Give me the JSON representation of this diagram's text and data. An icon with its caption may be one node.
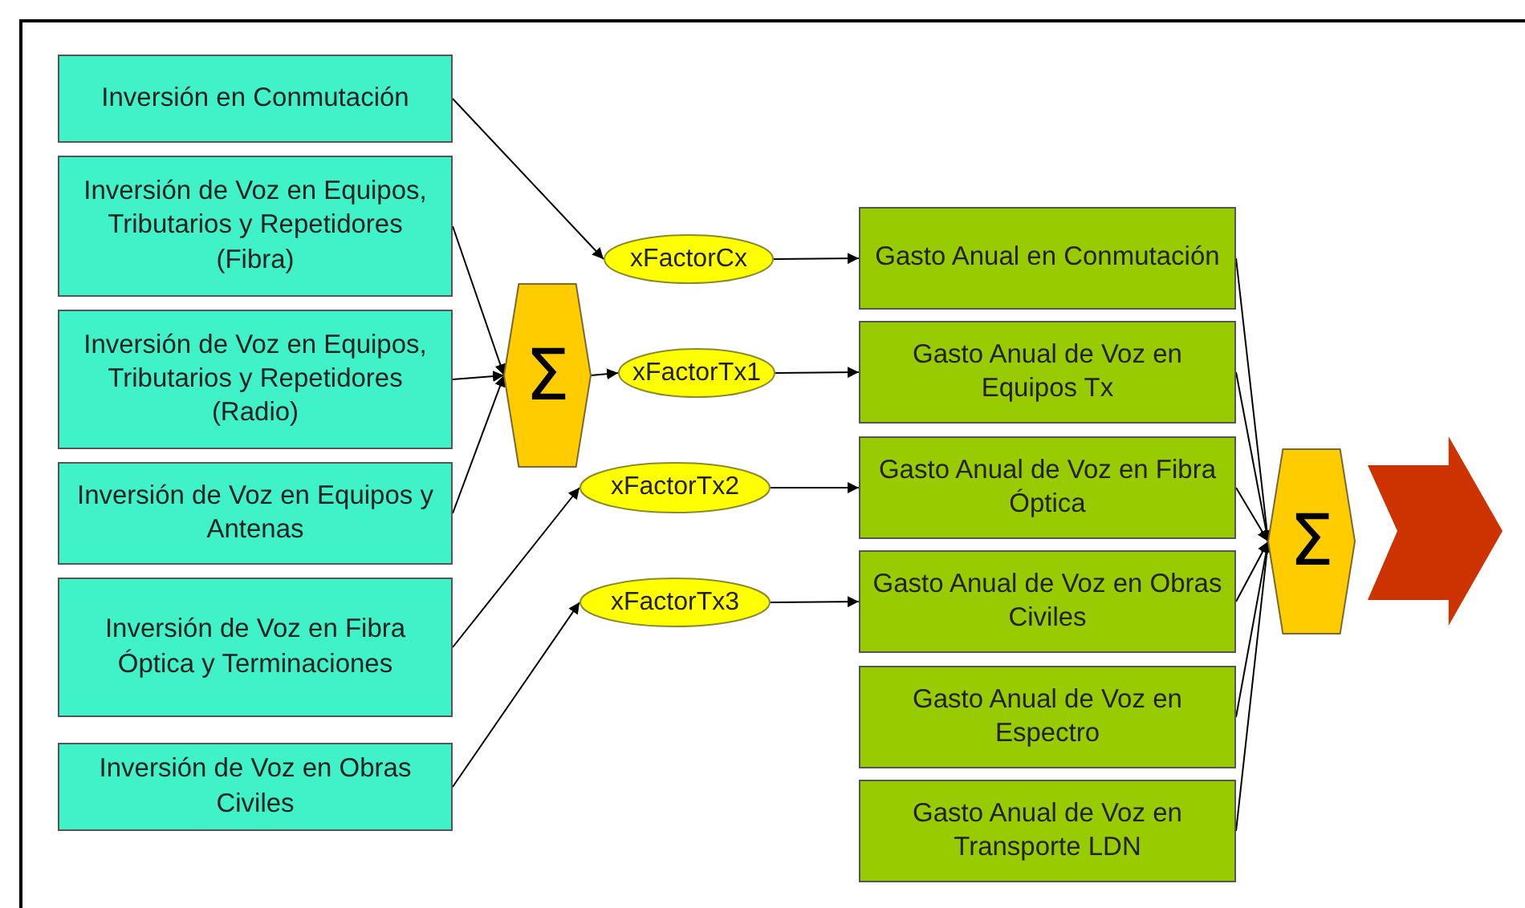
{
  "diagram": {
    "nodes": [
      {
        "text": [
          "Inversión en Conmutación"
        ]
      },
      {
        "text": [
          "Inversión de Voz en Equipos, Tributarios y Repetidores (Fibra)"
        ]
      },
      {
        "text": [
          "Inversión de Voz en Equipos, Tributarios y Repetidores (Radio)"
        ]
      },
      {
        "text": [
          "Inversión de Voz en Equipos y Antenas"
        ]
      },
      {
        "text": [
          "Inversión de Voz en Fibra Óptica y Terminaciones"
        ]
      },
      {
        "text": [
          "Inversión de Voz en Obras Civiles"
        ]
      },
      {
        "text": [
          "Σ"
        ]
      },
      {
        "text": [
          "xFactorCx"
        ]
      },
      {
        "text": [
          "xFactorTx1"
        ]
      },
      {
        "text": [
          "xFactorTx2"
        ]
      },
      {
        "text": [
          "xFactorTx3"
        ]
      },
      {
        "text": [
          "Gasto Anual en Conmutación"
        ]
      },
      {
        "text": [
          "Gasto Anual de Voz en Equipos Tx"
        ]
      },
      {
        "text": [
          "Gasto Anual de Voz en Fibra Óptica"
        ]
      },
      {
        "text": [
          "Gasto Anual de Voz en Obras Civiles"
        ]
      },
      {
        "text": [
          "Gasto Anual de Voz en Espectro"
        ]
      },
      {
        "text": [
          "Gasto Anual de Voz en Transporte LDN"
        ]
      },
      {
        "text": [
          "Σ"
        ]
      },
      {
        "text": [],
        "shape": "arrow"
      }
    ],
    "edges": [
      {
        "from": 0,
        "to": 7,
        "arrow": "to"
      },
      {
        "from": 1,
        "to": 6,
        "arrow": "to"
      },
      {
        "from": 2,
        "to": 6,
        "arrow": "to"
      },
      {
        "from": 3,
        "to": 6,
        "arrow": "to"
      },
      {
        "from": 6,
        "to": 8,
        "arrow": "to"
      },
      {
        "from": 4,
        "to": 9,
        "arrow": "to"
      },
      {
        "from": 5,
        "to": 10,
        "arrow": "to"
      },
      {
        "from": 7,
        "to": 11,
        "arrow": "to"
      },
      {
        "from": 8,
        "to": 12,
        "arrow": "to"
      },
      {
        "from": 9,
        "to": 13,
        "arrow": "to"
      },
      {
        "from": 10,
        "to": 14,
        "arrow": "to"
      },
      {
        "from": 11,
        "to": 17,
        "arrow": "to"
      },
      {
        "from": 12,
        "to": 17,
        "arrow": "to"
      },
      {
        "from": 13,
        "to": 17,
        "arrow": "to"
      },
      {
        "from": 14,
        "to": 17,
        "arrow": "to"
      },
      {
        "from": 15,
        "to": 17,
        "arrow": "to"
      },
      {
        "from": 16,
        "to": 17,
        "arrow": "to"
      }
    ]
  }
}
